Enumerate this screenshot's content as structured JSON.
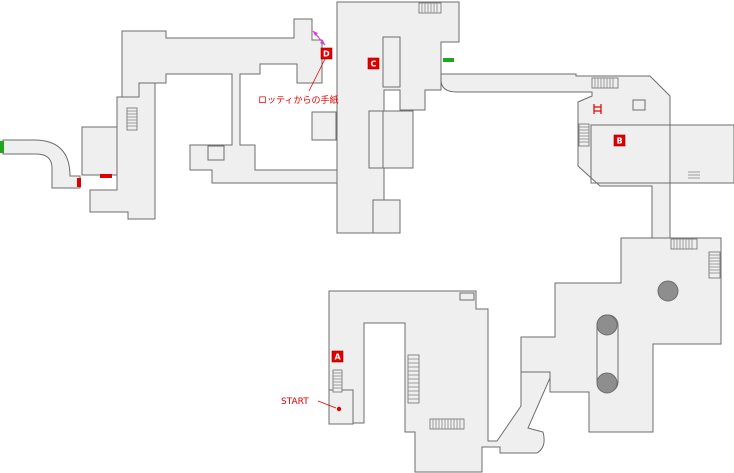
{
  "markers": [
    {
      "id": "marker-a",
      "label": "A"
    },
    {
      "id": "marker-b",
      "label": "B"
    },
    {
      "id": "marker-c",
      "label": "C"
    },
    {
      "id": "marker-d",
      "label": "D"
    }
  ],
  "labels": {
    "start": "START",
    "letter_from_lotti": "ロッティからの手紙"
  },
  "colors": {
    "floor": "#efefef",
    "wall": "#6d6d6d",
    "marker": "#e00000",
    "locked_door": "#e00000",
    "open_door": "#1fa51f",
    "connector": "#d040d0",
    "pillar": "#8e8e8e"
  },
  "icons": {
    "ladder": "ladder-icon",
    "connector": "double-arrow-icon"
  }
}
